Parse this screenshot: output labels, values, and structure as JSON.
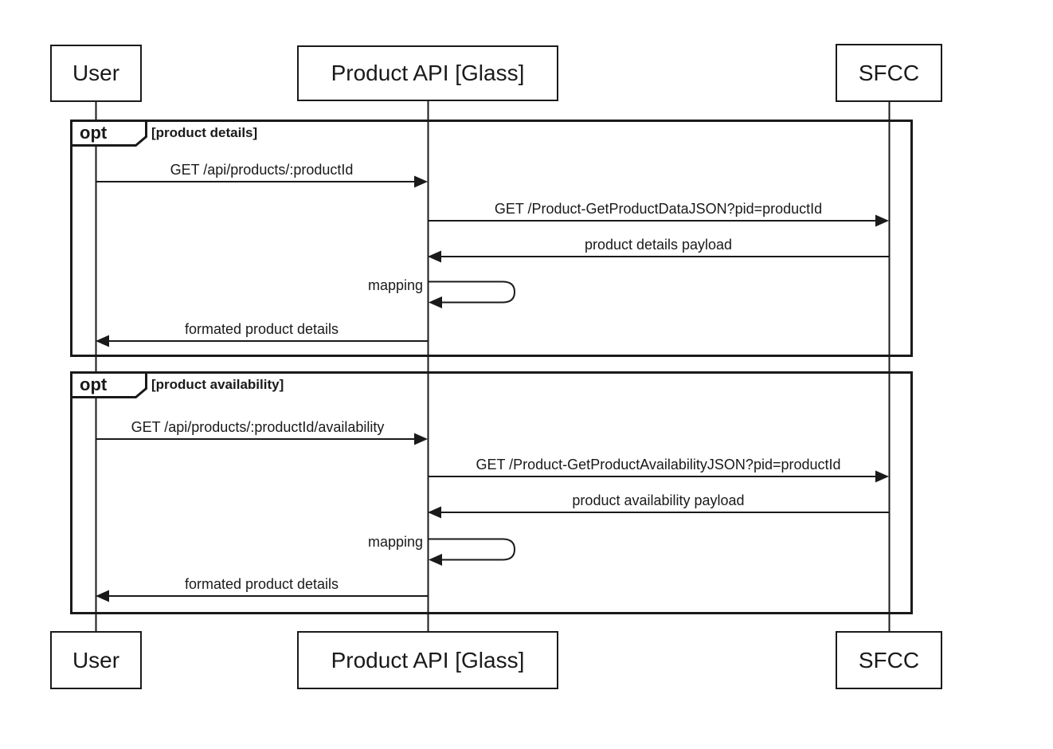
{
  "diagram": {
    "type": "uml-sequence-diagram",
    "colors": {
      "line": "#1a1a1a",
      "background": "#ffffff"
    },
    "actors": [
      {
        "id": "user",
        "label": "User"
      },
      {
        "id": "product-api",
        "label": "Product API [Glass]"
      },
      {
        "id": "sfcc",
        "label": "SFCC"
      }
    ],
    "fragments": [
      {
        "operator": "opt",
        "guard": "[product details]",
        "messages": [
          {
            "from": "User",
            "to": "Product API [Glass]",
            "label": "GET /api/products/:productId"
          },
          {
            "from": "Product API [Glass]",
            "to": "SFCC",
            "label": "GET /Product-GetProductDataJSON?pid=productId"
          },
          {
            "from": "SFCC",
            "to": "Product API [Glass]",
            "label": "product details payload"
          },
          {
            "from": "Product API [Glass]",
            "to": "Product API [Glass]",
            "self": true,
            "label": "mapping"
          },
          {
            "from": "Product API [Glass]",
            "to": "User",
            "label": "formated product details"
          }
        ]
      },
      {
        "operator": "opt",
        "guard": "[product availability]",
        "messages": [
          {
            "from": "User",
            "to": "Product API [Glass]",
            "label": "GET /api/products/:productId/availability"
          },
          {
            "from": "Product API [Glass]",
            "to": "SFCC",
            "label": "GET /Product-GetProductAvailabilityJSON?pid=productId"
          },
          {
            "from": "SFCC",
            "to": "Product API [Glass]",
            "label": "product availability payload"
          },
          {
            "from": "Product API [Glass]",
            "to": "Product API [Glass]",
            "self": true,
            "label": "mapping"
          },
          {
            "from": "Product API [Glass]",
            "to": "User",
            "label": "formated product details"
          }
        ]
      }
    ]
  }
}
